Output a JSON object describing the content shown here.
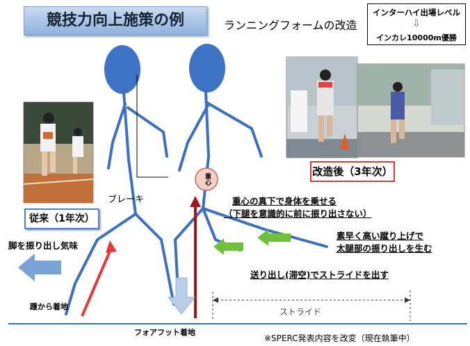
{
  "title": "競技力向上施策の例",
  "subtitle": "ランニングフォームの改造",
  "level": {
    "top": "インターハイ出場レベル",
    "arrow": "⇩",
    "bottom": "インカレ10000m優勝"
  },
  "labels": {
    "before": "従来（1年次）",
    "after": "改造後（3年次）",
    "brake": "ブレーキ",
    "center_of_gravity": "重心",
    "swing_out": "脚を振り出し気味",
    "heel_strike": "踵から着地",
    "forefoot_strike": "フォアフット着地",
    "stride": "ストライド"
  },
  "notes": {
    "line1": "重心の真下で身体を乗せる",
    "line2": "（下腿を意識的に前に振り出さない）",
    "line3": "素早く高い蹴り上げで",
    "line4": "太腿部の振り出しを生む",
    "line5": "送り出し(滞空)でストライドを出す"
  },
  "footer": "※SPERC発表内容を改変（現在執筆中）",
  "colors": {
    "figure": "#3b6fc0",
    "head": "#3d72c4",
    "red": "#e23a3a",
    "darkred": "#a01818",
    "green": "#6fbf3a",
    "arrow_blue": "#6a98d0",
    "title_bg": "#a9c4e8"
  }
}
